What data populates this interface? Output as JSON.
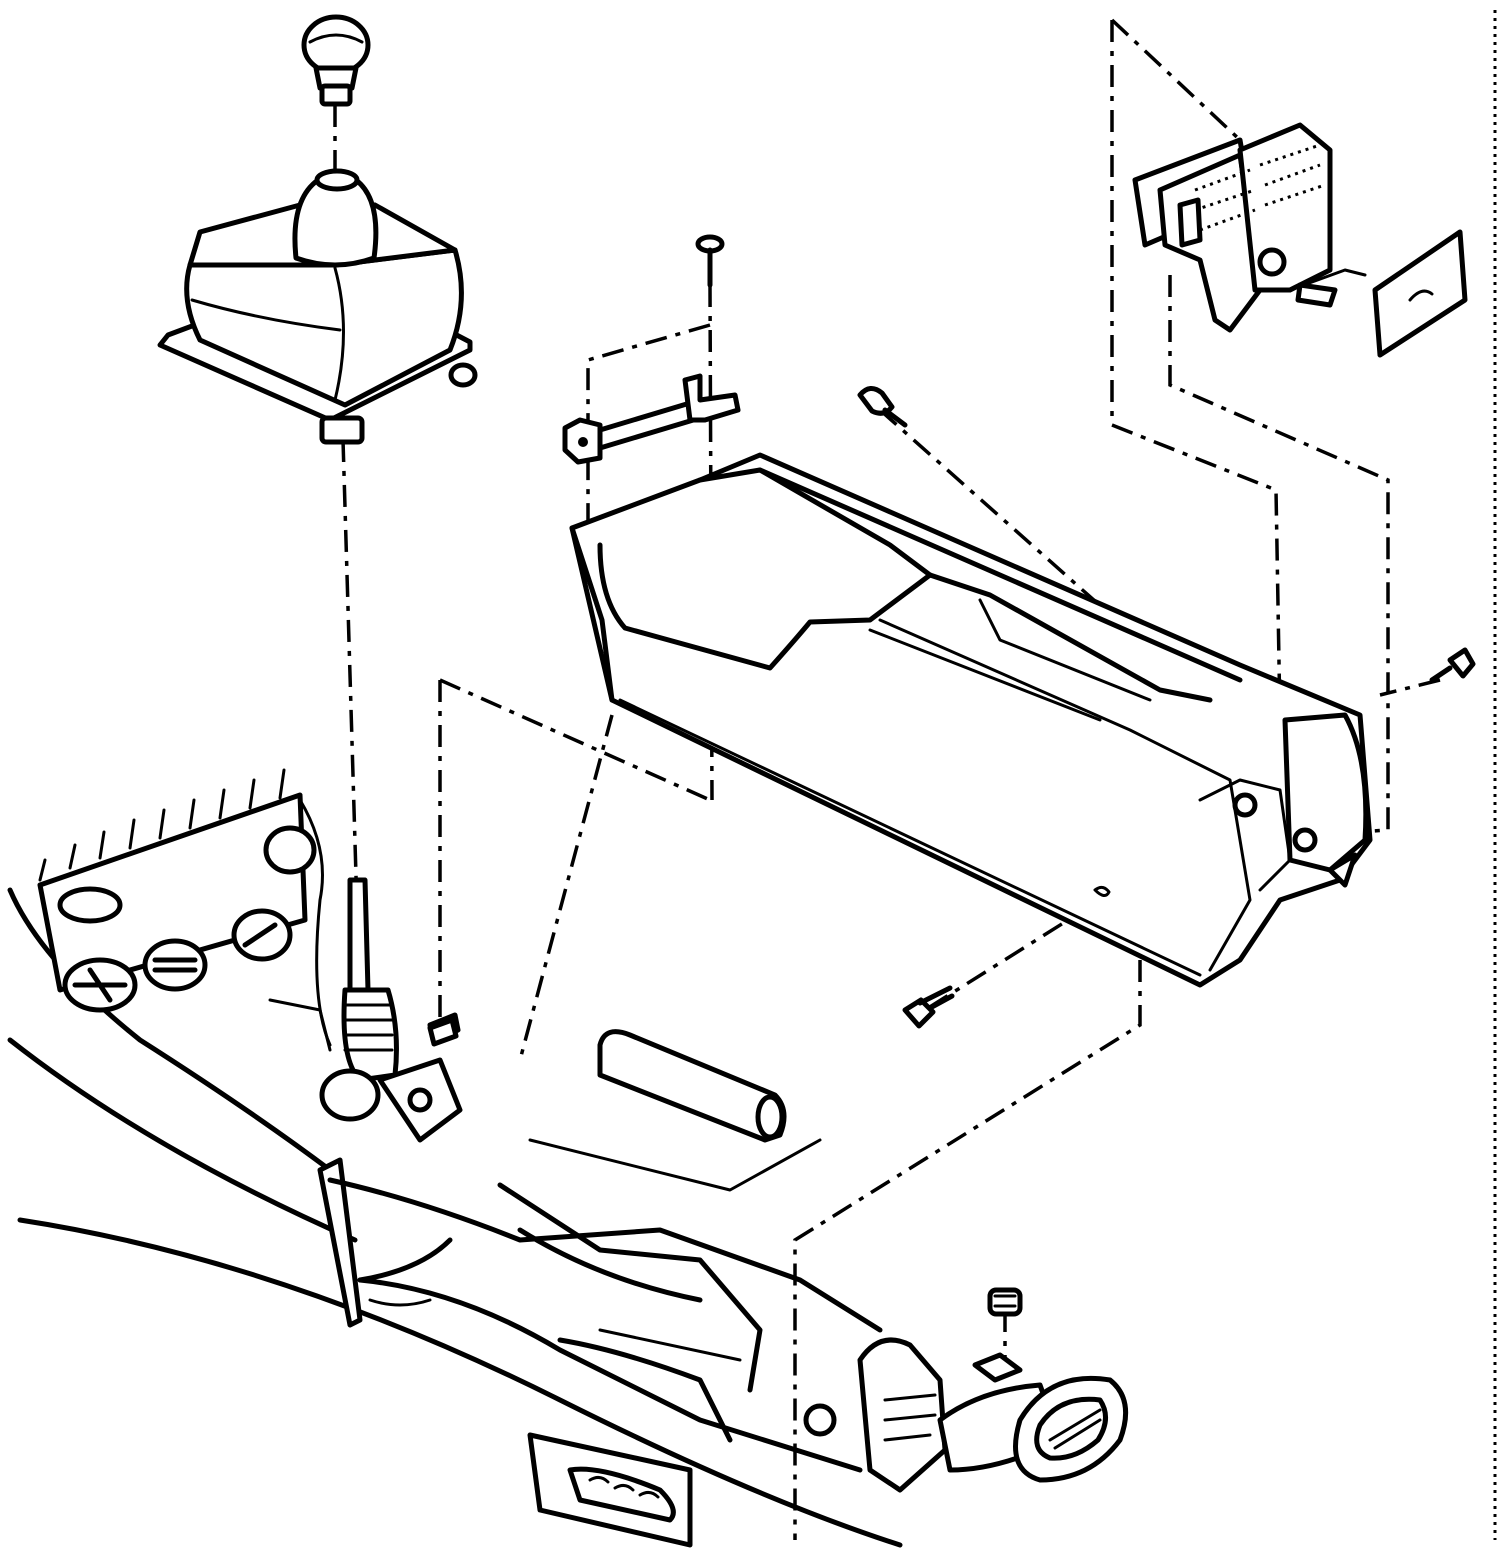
{
  "diagram": {
    "parts": [
      {
        "id": "shift-knob",
        "icon": "shift-knob-icon"
      },
      {
        "id": "shift-boot",
        "icon": "shift-boot-icon"
      },
      {
        "id": "retaining-screw-top",
        "icon": "screw-icon"
      },
      {
        "id": "mounting-bracket",
        "icon": "bracket-icon"
      },
      {
        "id": "console-body",
        "icon": "console-icon"
      },
      {
        "id": "rear-switch-assembly",
        "icon": "switch-assembly-icon"
      },
      {
        "id": "switch-cover-plate",
        "icon": "cover-plate-icon"
      },
      {
        "id": "console-screw-left",
        "icon": "screw-icon"
      },
      {
        "id": "console-screw-right",
        "icon": "screw-icon"
      },
      {
        "id": "console-screw-front",
        "icon": "screw-icon"
      },
      {
        "id": "console-side-pad",
        "icon": "pad-icon"
      },
      {
        "id": "vehicle-floor-and-dash",
        "icon": "vehicle-floor-icon"
      },
      {
        "id": "floor-nut",
        "icon": "nut-icon"
      }
    ]
  }
}
